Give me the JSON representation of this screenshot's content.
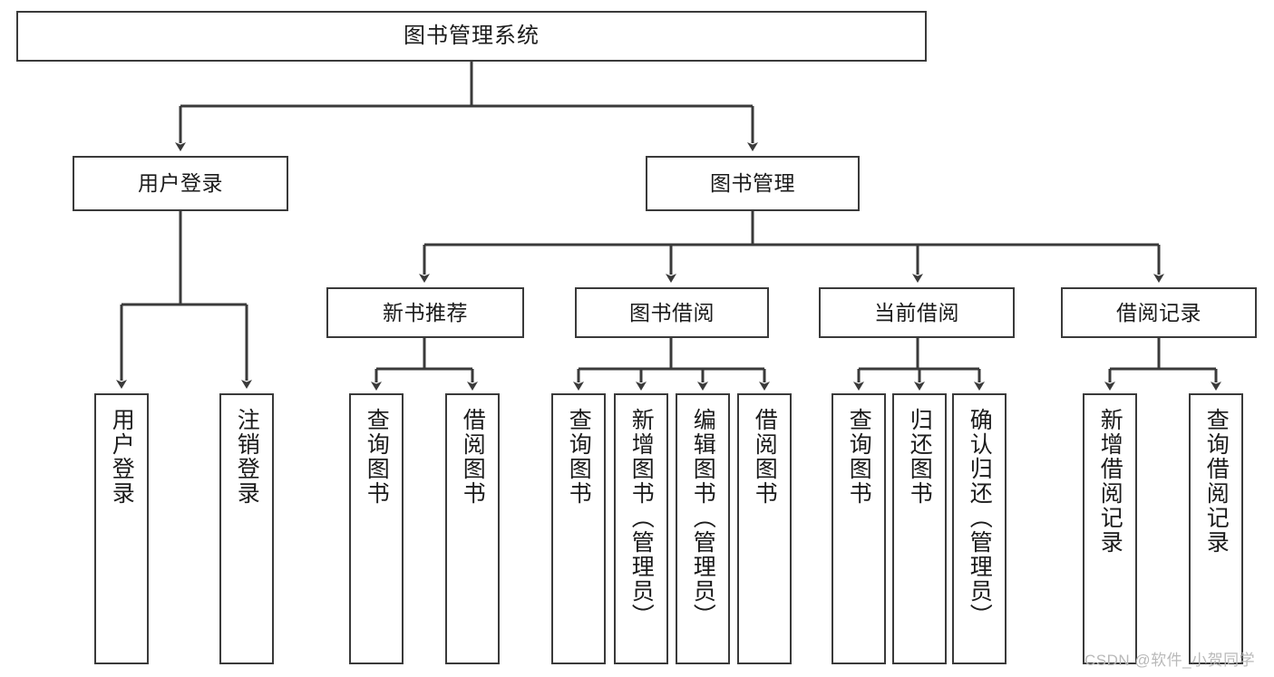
{
  "diagram": {
    "title": "图书管理系统",
    "type": "tree-hierarchy-chart",
    "root": {
      "id": "root",
      "label": "图书管理系统"
    },
    "level2": [
      {
        "id": "user-login",
        "label": "用户登录"
      },
      {
        "id": "book-manage",
        "label": "图书管理"
      }
    ],
    "level3": [
      {
        "id": "new-book-recommend",
        "label": "新书推荐",
        "parent": "book-manage"
      },
      {
        "id": "book-borrow",
        "label": "图书借阅",
        "parent": "book-manage"
      },
      {
        "id": "current-borrow",
        "label": "当前借阅",
        "parent": "book-manage"
      },
      {
        "id": "borrow-record",
        "label": "借阅记录",
        "parent": "book-manage"
      }
    ],
    "leaves": [
      {
        "id": "leaf-user-login",
        "label": "用户登录",
        "parent": "user-login"
      },
      {
        "id": "leaf-logout-login",
        "label": "注销登录",
        "parent": "user-login"
      },
      {
        "id": "leaf-query-book-1",
        "label": "查询图书",
        "parent": "new-book-recommend"
      },
      {
        "id": "leaf-borrow-book-1",
        "label": "借阅图书",
        "parent": "new-book-recommend"
      },
      {
        "id": "leaf-query-book-2",
        "label": "查询图书",
        "parent": "book-borrow"
      },
      {
        "id": "leaf-add-book",
        "label": "新增图书（管理员）",
        "parent": "book-borrow"
      },
      {
        "id": "leaf-edit-book",
        "label": "编辑图书（管理员）",
        "parent": "book-borrow"
      },
      {
        "id": "leaf-borrow-book-2",
        "label": "借阅图书",
        "parent": "book-borrow"
      },
      {
        "id": "leaf-query-book-3",
        "label": "查询图书",
        "parent": "current-borrow"
      },
      {
        "id": "leaf-return-book",
        "label": "归还图书",
        "parent": "current-borrow"
      },
      {
        "id": "leaf-confirm-return",
        "label": "确认归还（管理员）",
        "parent": "current-borrow"
      },
      {
        "id": "leaf-add-record",
        "label": "新增借阅记录",
        "parent": "borrow-record"
      },
      {
        "id": "leaf-query-record",
        "label": "查询借阅记录",
        "parent": "borrow-record"
      }
    ],
    "watermark": "CSDN @软件_小贺同学",
    "colors": {
      "stroke": "#3a3a3a",
      "background": "#ffffff",
      "text": "#1b1b1b",
      "watermark": "#b9b9b9"
    }
  }
}
